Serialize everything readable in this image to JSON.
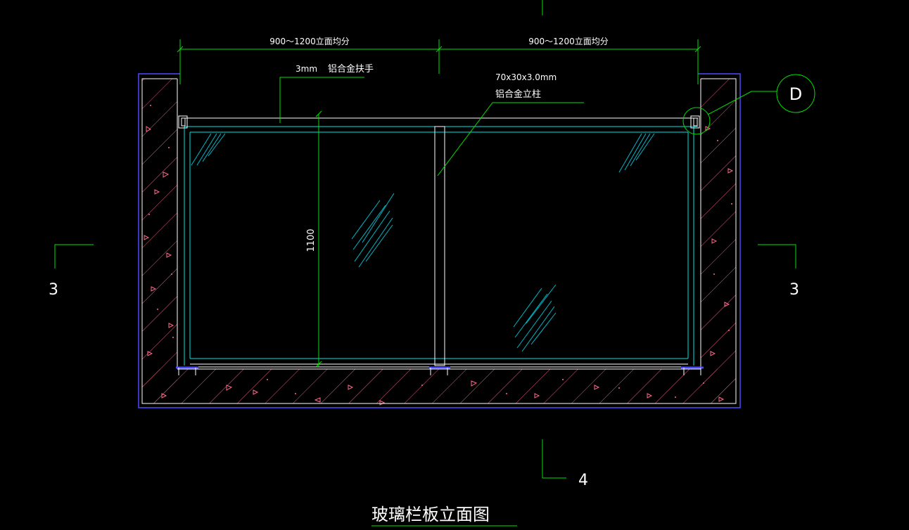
{
  "drawing": {
    "title": "玻璃栏板立面图",
    "dimensions": {
      "left_span": "900～1200立面均分",
      "right_span": "900～1200立面均分",
      "height": "1100"
    },
    "annotations": {
      "handrail_size": "3mm",
      "handrail_name": "铝合金扶手",
      "post_size": "70x30x3.0mm",
      "post_name": "铝合金立柱"
    },
    "detail_callout": "D",
    "section_marks": {
      "left": "3",
      "right": "3",
      "bottom": "4"
    },
    "colors": {
      "background": "#000000",
      "dimension": "#00ff00",
      "outline": "#ffffff",
      "wall_frame": "#4040ff",
      "glass_frame": "#00ffff",
      "hatch": "#ff6a8a",
      "text": "#ffffff"
    }
  }
}
